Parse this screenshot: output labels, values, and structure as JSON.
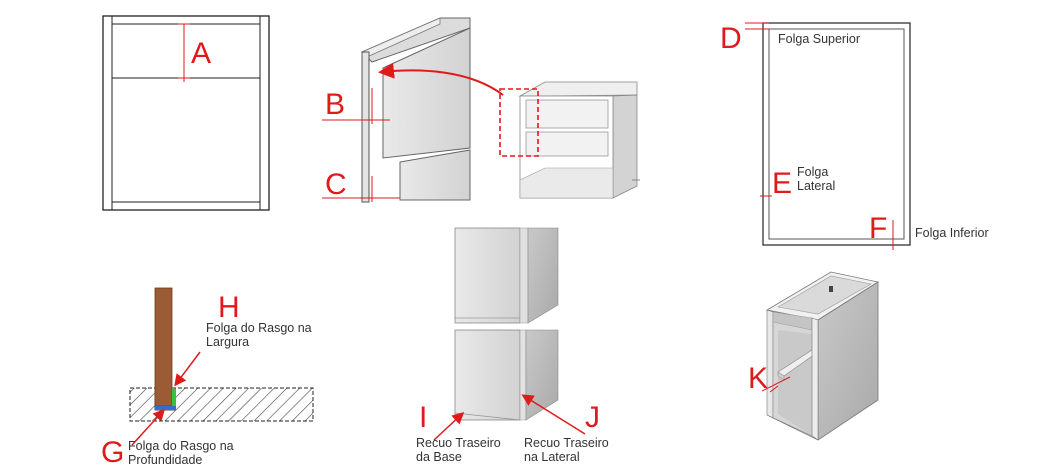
{
  "colors": {
    "marker_red": "#e0191b",
    "green_gap": "#38c23a",
    "blue_gap": "#2f6fd1",
    "wood_brown": "#9b5b35"
  },
  "markers": {
    "A": "A",
    "B": "B",
    "C": "C",
    "D": "D",
    "E": "E",
    "F": "F",
    "G": "G",
    "H": "H",
    "I": "I",
    "J": "J",
    "K": "K"
  },
  "labels": {
    "folga_superior": "Folga Superior",
    "folga_lateral_1": "Folga",
    "folga_lateral_2": "Lateral",
    "folga_inferior": "Folga Inferior",
    "h_line1": "Folga do Rasgo na",
    "h_line2": "Largura",
    "g_line1": "Folga do Rasgo na",
    "g_line2": "Profundidade",
    "i_line1": "Recuo Traseiro",
    "i_line2": "da Base",
    "j_line1": "Recuo Traseiro",
    "j_line2": "na Lateral"
  }
}
